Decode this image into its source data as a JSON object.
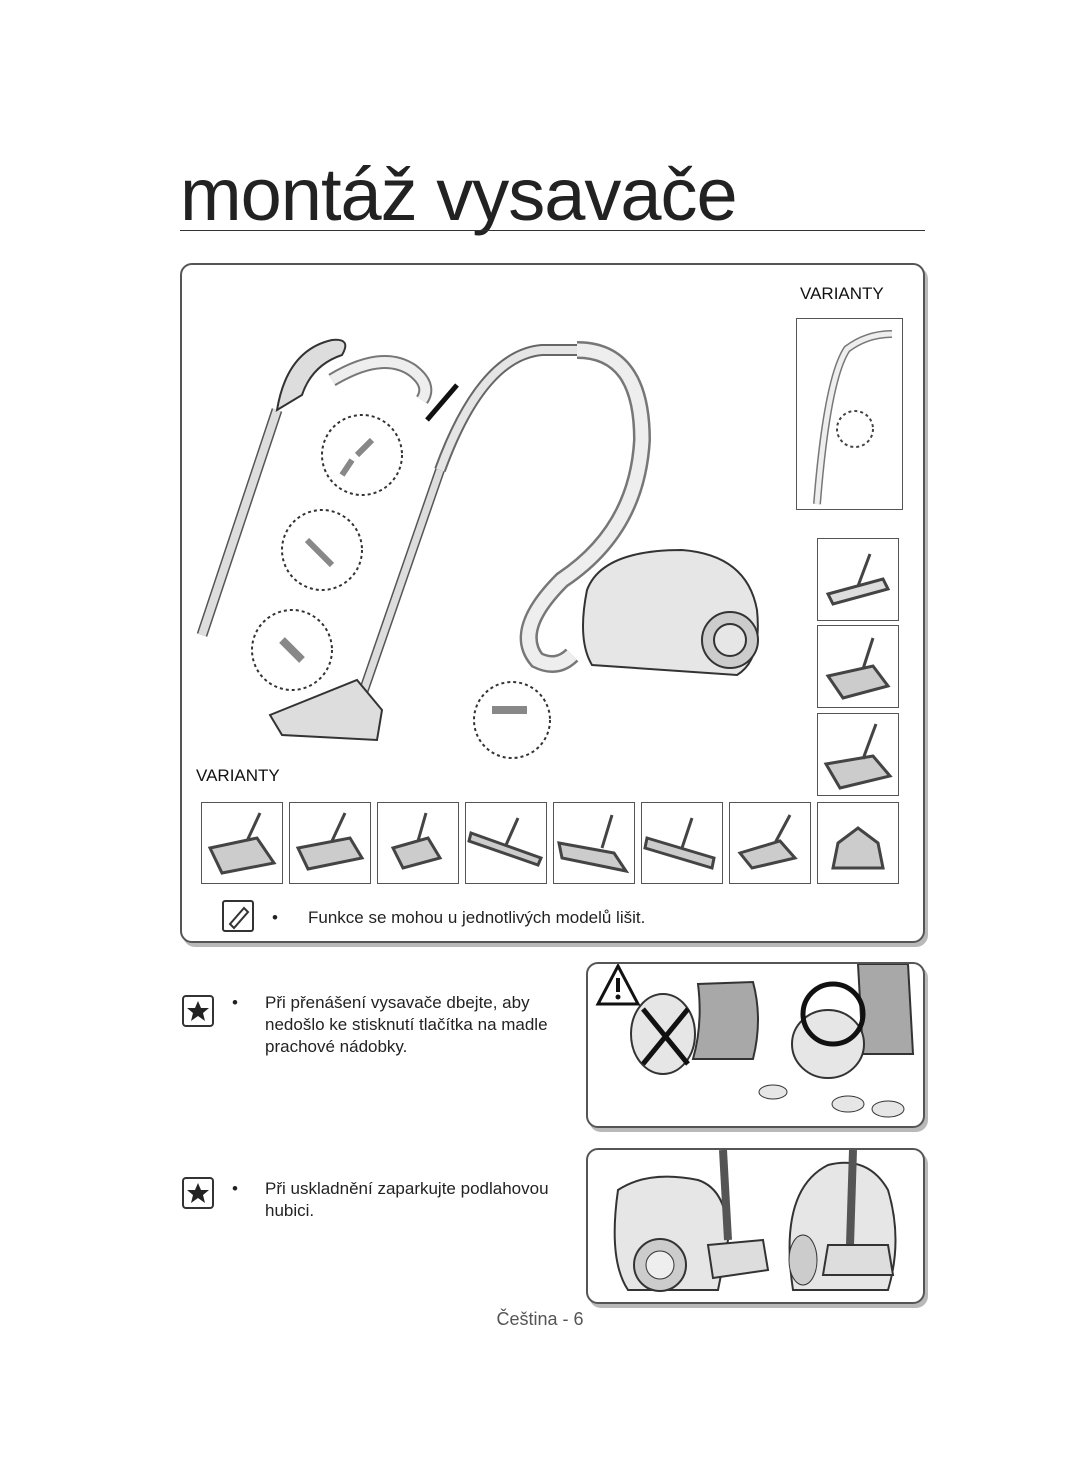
{
  "page": {
    "title": "montáž vysavače",
    "variants_top_label": "VARIANTY",
    "variants_bottom_label": "VARIANTY",
    "note_text": "Funkce se mohou u jednotlivých modelů lišit.",
    "tip1_text_lines": [
      "Při přenášení vysavače dbejte, aby",
      "nedošlo ke stisknutí tlačítka na madle",
      "prachové nádobky."
    ],
    "tip2_text_lines": [
      "Při uskladnění zaparkujte podlahovou",
      "hubici."
    ],
    "bullet": "•",
    "footer": "Čeština - 6"
  },
  "icons": {
    "note": "note-pencil-icon",
    "star": "star-icon",
    "warning": "warning-triangle-icon"
  },
  "colors": {
    "text": "#222222",
    "border": "#555555",
    "shadow": "#b9b9b9",
    "skirt": "#a8a8a8",
    "device": "#d9d9d9"
  }
}
